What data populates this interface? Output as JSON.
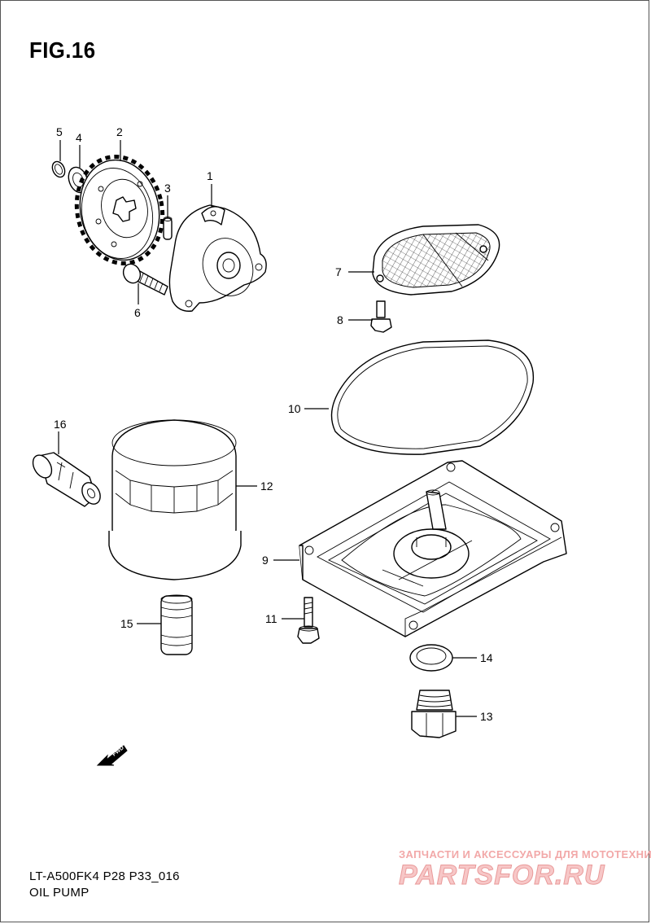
{
  "figure": {
    "title": "FIG.16"
  },
  "callouts": [
    "1",
    "2",
    "3",
    "4",
    "5",
    "6",
    "7",
    "8",
    "9",
    "10",
    "11",
    "12",
    "13",
    "14",
    "15",
    "16"
  ],
  "fwd_marker": "FWD",
  "footer": {
    "model_code": "LT-A500FK4 P28 P33_016",
    "section_name": "OIL PUMP"
  },
  "watermark": {
    "tagline": "ЗАПЧАСТИ И АКСЕССУАРЫ ДЛЯ МОТОТЕХНИКИ",
    "logo": "PARTSFOR.RU"
  },
  "colors": {
    "line": "#000000",
    "background": "#ffffff",
    "watermark": "#e99a9a"
  }
}
